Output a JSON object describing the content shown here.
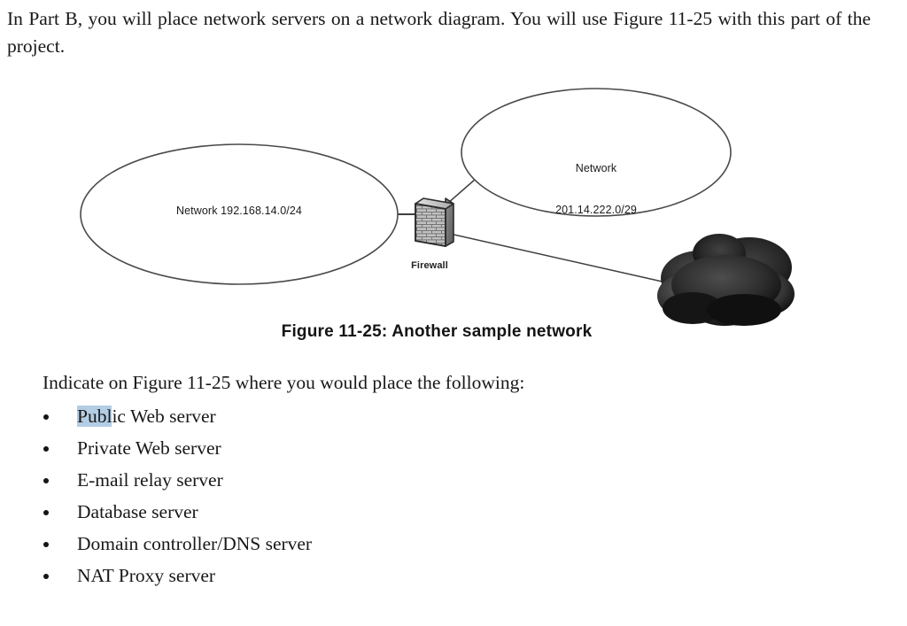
{
  "document": {
    "intro_paragraph": "In Part B, you will place network servers on a network diagram. You will use Figure 11-25 with this part of the project.",
    "prompt": "Indicate on Figure 11-25 where you would place the following:",
    "caption": "Figure 11-25: Another sample network"
  },
  "figure": {
    "left_network_label": "Network 192.168.14.0/24",
    "right_network_label_line1": "Network",
    "right_network_label_line2": "201.14.222.0/29",
    "firewall_label": "Firewall",
    "cloud_name": "internet-cloud",
    "colors": {
      "ellipse_stroke": "#4a4a4a",
      "link_stroke": "#3f3f3f",
      "firewall_face": "#b9b9b9",
      "firewall_side": "#6e6e6e",
      "firewall_outline": "#2b2b2b",
      "cloud_dark": "#121212",
      "cloud_mid": "#3c3c3c"
    }
  },
  "server_list": {
    "items": [
      {
        "selected_prefix": "Publ",
        "rest": "ic Web server",
        "full": "Public Web server"
      },
      {
        "selected_prefix": "",
        "rest": "Private Web server",
        "full": "Private Web server"
      },
      {
        "selected_prefix": "",
        "rest": "E-mail relay server",
        "full": "E-mail relay server"
      },
      {
        "selected_prefix": "",
        "rest": "Database server",
        "full": "Database server"
      },
      {
        "selected_prefix": "",
        "rest": "Domain controller/DNS server",
        "full": "Domain controller/DNS server"
      },
      {
        "selected_prefix": "",
        "rest": "NAT Proxy server",
        "full": "NAT Proxy server"
      }
    ],
    "selection_color": "#b3cde5"
  }
}
